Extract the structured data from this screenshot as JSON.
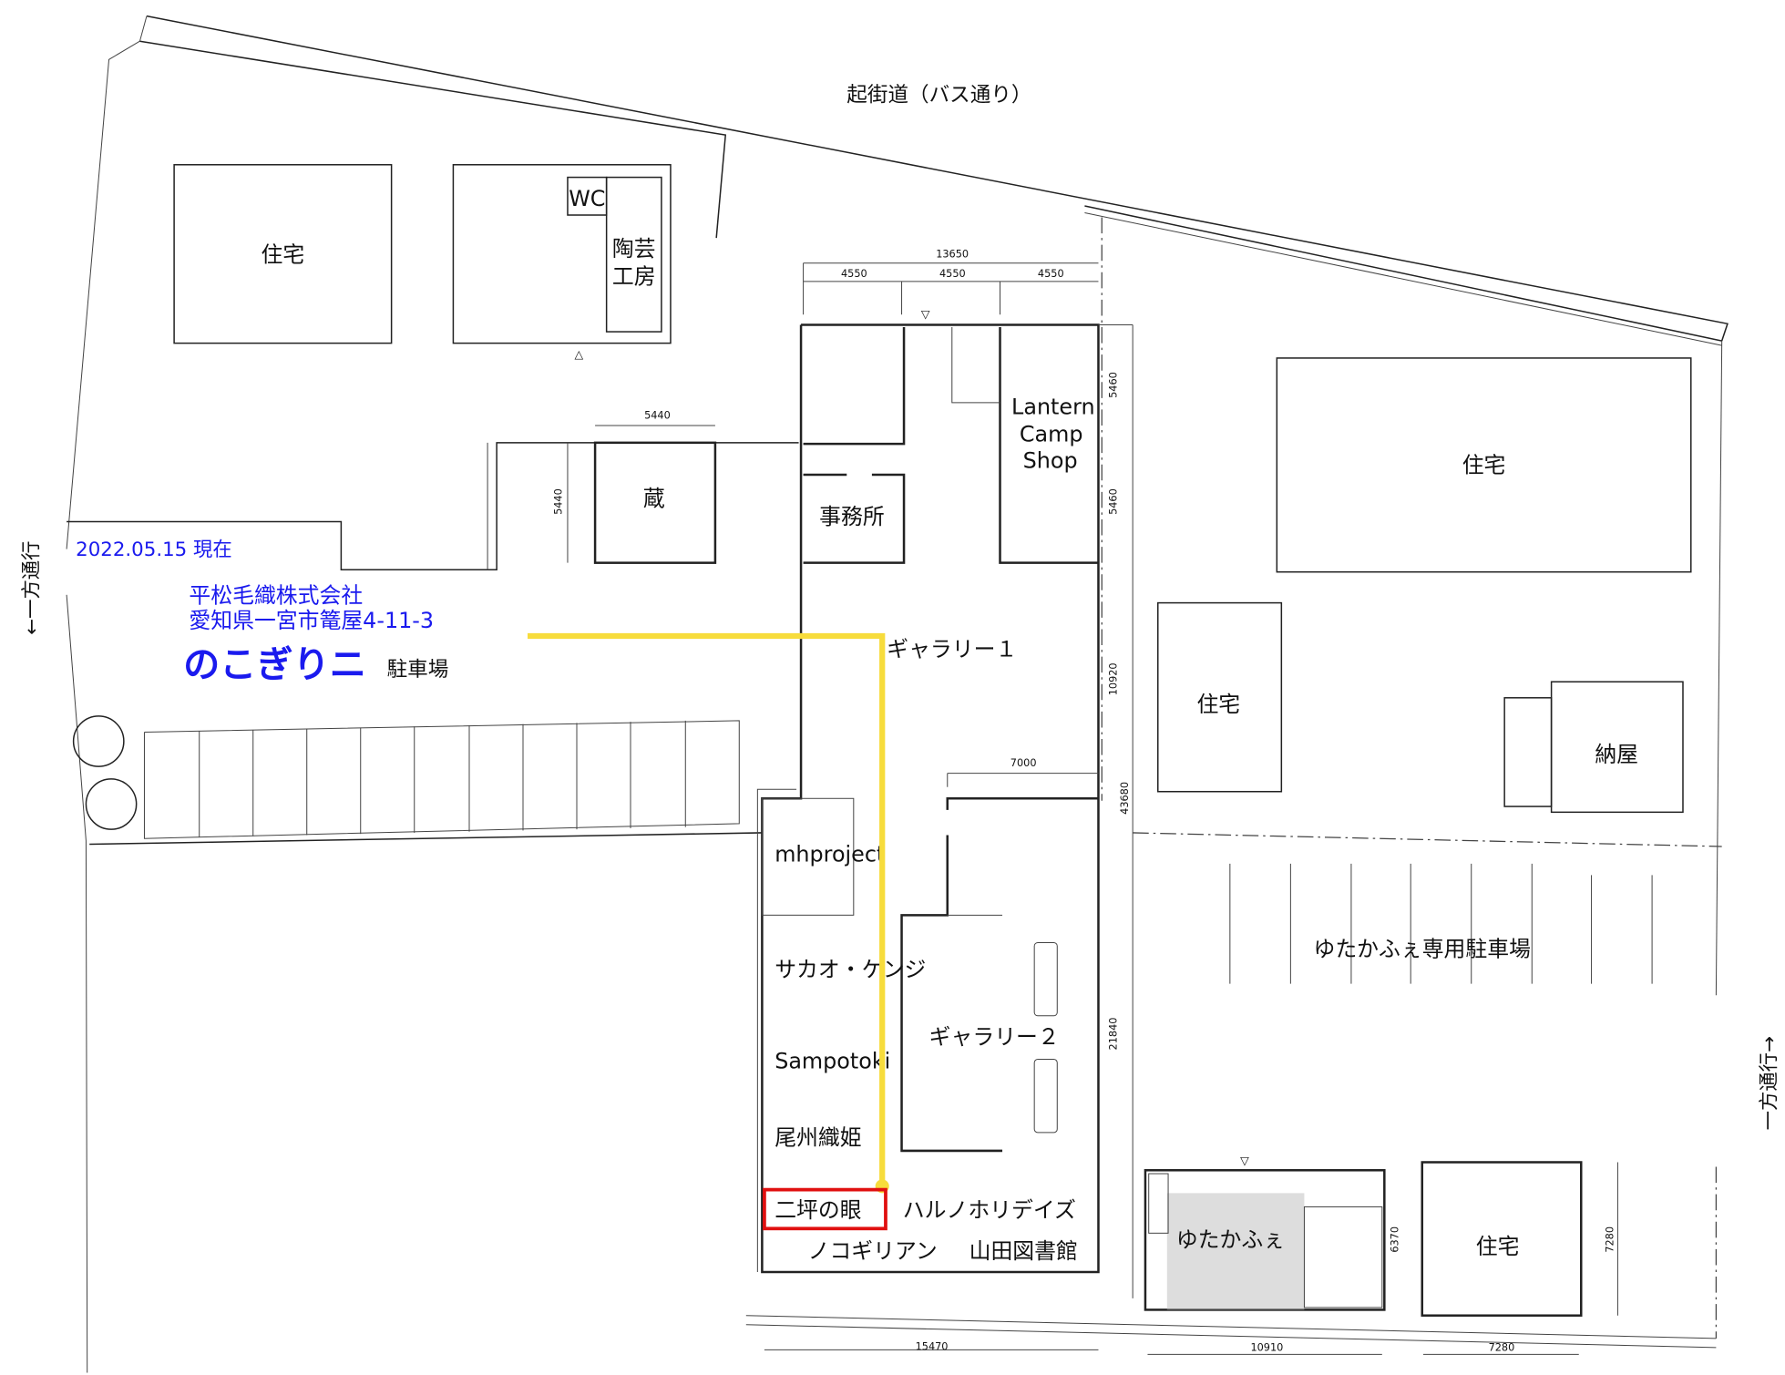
{
  "title": "のこぎりニ",
  "date": "2022.05.15 現在",
  "company": {
    "name": "平松毛織株式会社",
    "address": "愛知県一宮市篭屋4-11-3"
  },
  "parking_label": "駐車場",
  "road": "起街道（バス通り）",
  "one_way_left": "←一方通行",
  "one_way_right": "一方通行→",
  "buildings": {
    "house1": "住宅",
    "wc": "WC",
    "pottery_1": "陶芸",
    "pottery_2": "工房",
    "kura": "蔵",
    "office": "事務所",
    "lantern_1": "Lantern",
    "lantern_2": "Camp",
    "lantern_3": "Shop",
    "gallery1": "ギャラリー１",
    "gallery2": "ギャラリー２",
    "mhproject": "mhproject",
    "sakao": "サカオ・ケンジ",
    "sampotoki": "Sampotoki",
    "bishu": "尾州織姫",
    "nitsubo": "二坪の眼",
    "haruno": "ハルノホリデイズ",
    "nokogirian": "ノコギリアン",
    "yamada": "山田図書館",
    "house2": "住宅",
    "house3": "住宅",
    "naya": "納屋",
    "yutacafe": "ゆたかふぇ",
    "yutacafe_parking": "ゆたかふぇ専用駐車場",
    "house4": "住宅"
  },
  "dimensions": {
    "top_total": "13650",
    "top_a": "4550",
    "top_b": "4550",
    "top_c": "4550",
    "kura_w": "5440",
    "kura_h": "5440",
    "r1": "5460",
    "r2": "5460",
    "r3": "10920",
    "r4": "43680",
    "r5": "21840",
    "inner": "7000",
    "cafe_h": "6370",
    "house_h": "7280",
    "bottom_main": "15470",
    "bottom_cafe": "10910",
    "bottom_house": "7280"
  },
  "colors": {
    "path": "#f7dc3c",
    "highlight": "#e01010",
    "text_blue": "#1a1aee"
  }
}
